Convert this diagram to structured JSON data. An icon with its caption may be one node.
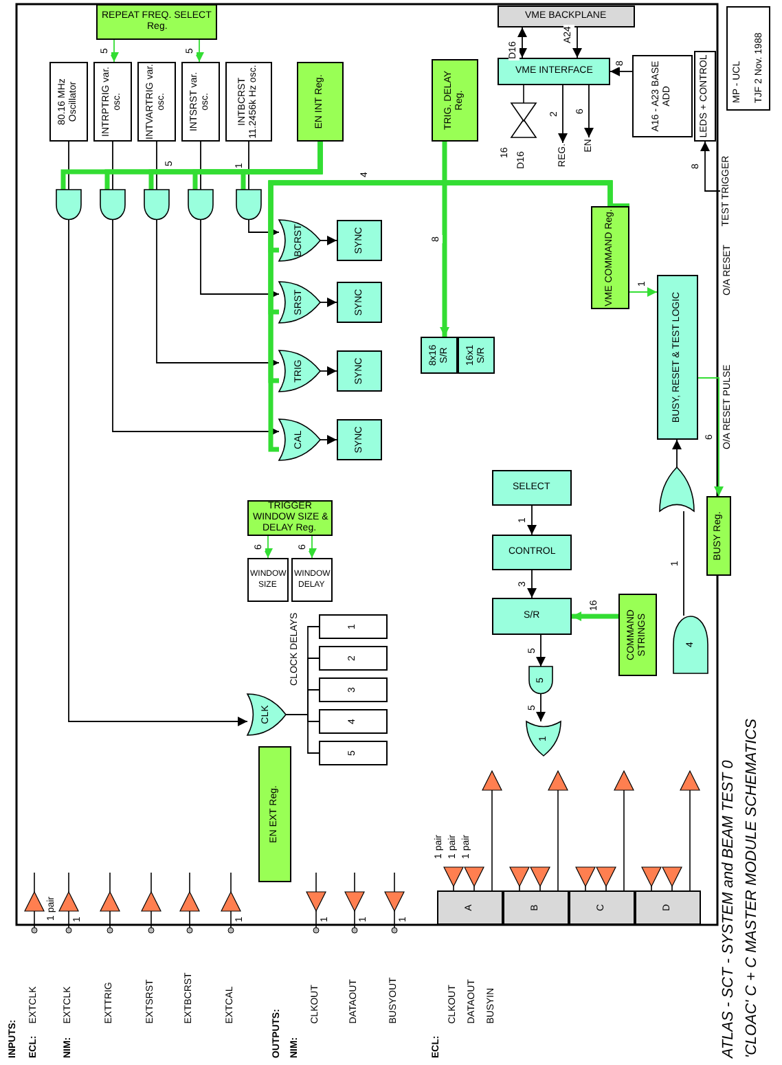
{
  "diagram": {
    "title": "ATLAS - SCT - SYSTEM and BEAM TEST 0",
    "caption": "'CLOAC' C + C MASTER MODULE SCHEMATICS",
    "nodes": [
      {
        "text": [
          "REPEAT FREQ. SELECT Reg."
        ]
      },
      {
        "text": [
          "80.16 MHz Oscillator"
        ]
      },
      {
        "text": [
          "INTRPTRIG var. osc."
        ]
      },
      {
        "text": [
          "INTVARTRIG var. osc."
        ]
      },
      {
        "text": [
          "INTSRST var. osc."
        ]
      },
      {
        "text": [
          "INTBCRST 11.2456k Hz osc."
        ]
      },
      {
        "text": [
          "EN INT Reg."
        ]
      },
      {
        "text": [
          "TRIG. DELAY Reg."
        ]
      },
      {
        "text": [
          "VME BACKPLANE"
        ]
      },
      {
        "text": [
          "VME INTERFACE"
        ]
      },
      {
        "text": [
          "A16 - A23 BASE ADD"
        ]
      },
      {
        "text": [
          "LEDS + CONTROL"
        ]
      },
      {
        "text": [
          "BCRST"
        ]
      },
      {
        "text": [
          "SRST"
        ]
      },
      {
        "text": [
          "TRIG"
        ]
      },
      {
        "text": [
          "CAL"
        ]
      },
      {
        "text": [
          "SYNC"
        ]
      },
      {
        "text": [
          "SYNC"
        ]
      },
      {
        "text": [
          "SYNC"
        ]
      },
      {
        "text": [
          "SYNC"
        ]
      },
      {
        "text": [
          "8x16 S/R"
        ]
      },
      {
        "text": [
          "16x1 S/R"
        ]
      },
      {
        "text": [
          "VME COMMAND Reg."
        ]
      },
      {
        "text": [
          "BUSY, RESET & TEST LOGIC"
        ]
      },
      {
        "text": [
          "SELECT"
        ]
      },
      {
        "text": [
          "CONTROL"
        ]
      },
      {
        "text": [
          "S/R"
        ]
      },
      {
        "text": [
          "COMMAND STRINGS"
        ]
      },
      {
        "text": [
          "BUSY Reg."
        ]
      },
      {
        "text": [
          "TRIGGER WINDOW SIZE & DELAY Reg."
        ]
      },
      {
        "text": [
          "WINDOW SIZE"
        ]
      },
      {
        "text": [
          "WINDOW DELAY"
        ]
      },
      {
        "text": [
          "CLK"
        ]
      },
      {
        "text": [
          "1"
        ]
      },
      {
        "text": [
          "2"
        ]
      },
      {
        "text": [
          "3"
        ]
      },
      {
        "text": [
          "4"
        ]
      },
      {
        "text": [
          "5"
        ]
      },
      {
        "text": [
          "EN EXT Reg."
        ]
      },
      {
        "text": [
          "5"
        ]
      },
      {
        "text": [
          "1"
        ]
      },
      {
        "text": [
          "4"
        ]
      },
      {
        "text": [
          "A"
        ]
      },
      {
        "text": [
          "B"
        ]
      },
      {
        "text": [
          "C"
        ]
      },
      {
        "text": [
          "D"
        ]
      },
      {
        "text": [],
        "shape": "gate"
      },
      {
        "text": [],
        "shape": "gate"
      },
      {
        "text": [],
        "shape": "gate"
      },
      {
        "text": [],
        "shape": "gate"
      },
      {
        "text": [],
        "shape": "gate"
      },
      {
        "text": [],
        "shape": "gate"
      },
      {
        "text": [
          "REG."
        ]
      },
      {
        "text": [
          "EN"
        ]
      },
      {
        "text": [
          "TEST TRIGGER"
        ]
      }
    ],
    "edges": [
      {
        "from": 0,
        "to": 2,
        "arrow": "to",
        "label": "5",
        "color": "#33dd33"
      },
      {
        "from": 0,
        "to": 4,
        "arrow": "to",
        "label": "5",
        "color": "#33dd33"
      },
      {
        "from": 1,
        "to": 47,
        "arrow": "none"
      },
      {
        "from": 2,
        "to": 48,
        "arrow": "none"
      },
      {
        "from": 3,
        "to": 49,
        "arrow": "none"
      },
      {
        "from": 4,
        "to": 50,
        "arrow": "none"
      },
      {
        "from": 5,
        "to": 51,
        "arrow": "none",
        "label": "1"
      },
      {
        "from": 6,
        "to": 47,
        "arrow": "none",
        "label": "5",
        "style": "thick",
        "color": "#33dd33"
      },
      {
        "from": 6,
        "to": 48,
        "arrow": "none",
        "style": "thick",
        "color": "#33dd33"
      },
      {
        "from": 6,
        "to": 49,
        "arrow": "none",
        "style": "thick",
        "color": "#33dd33"
      },
      {
        "from": 6,
        "to": 50,
        "arrow": "none",
        "style": "thick",
        "color": "#33dd33"
      },
      {
        "from": 6,
        "to": 51,
        "arrow": "none",
        "style": "thick",
        "color": "#33dd33"
      },
      {
        "from": 47,
        "to": 32,
        "arrow": "to"
      },
      {
        "from": 48,
        "to": 15,
        "arrow": "to"
      },
      {
        "from": 49,
        "to": 14,
        "arrow": "to"
      },
      {
        "from": 50,
        "to": 13,
        "arrow": "to"
      },
      {
        "from": 51,
        "to": 12,
        "arrow": "to"
      },
      {
        "from": 22,
        "to": 12,
        "arrow": "none",
        "label": "4",
        "style": "thick",
        "color": "#33dd33"
      },
      {
        "from": 22,
        "to": 13,
        "arrow": "none",
        "style": "thick",
        "color": "#33dd33"
      },
      {
        "from": 22,
        "to": 14,
        "arrow": "none",
        "style": "thick",
        "color": "#33dd33"
      },
      {
        "from": 22,
        "to": 15,
        "arrow": "none",
        "style": "thick",
        "color": "#33dd33"
      },
      {
        "from": 12,
        "to": 16,
        "arrow": "to"
      },
      {
        "from": 13,
        "to": 17,
        "arrow": "to"
      },
      {
        "from": 14,
        "to": 18,
        "arrow": "to"
      },
      {
        "from": 15,
        "to": 19,
        "arrow": "to"
      },
      {
        "from": 7,
        "to": 20,
        "arrow": "to",
        "label": "8",
        "style": "thick",
        "color": "#33dd33"
      },
      {
        "from": 9,
        "to": 8,
        "arrow": "both",
        "label": "D16"
      },
      {
        "from": 10,
        "to": 9,
        "arrow": "to",
        "label": "8"
      },
      {
        "from": 22,
        "to": 23,
        "arrow": "to",
        "label": "1",
        "color": "#33dd33"
      },
      {
        "from": 24,
        "to": 25,
        "arrow": "to",
        "label": "1"
      },
      {
        "from": 25,
        "to": 26,
        "arrow": "to",
        "label": "3"
      },
      {
        "from": 26,
        "to": 39,
        "arrow": "to",
        "label": "5"
      },
      {
        "from": 27,
        "to": 26,
        "arrow": "to",
        "label": "16",
        "style": "thick",
        "color": "#33dd33"
      },
      {
        "from": 39,
        "to": 40,
        "arrow": "to",
        "label": "5"
      },
      {
        "from": 41,
        "to": 46,
        "arrow": "none",
        "label": "1"
      },
      {
        "from": 46,
        "to": 23,
        "arrow": "to"
      },
      {
        "from": 23,
        "to": 28,
        "arrow": "to",
        "label": "6",
        "color": "#33dd33"
      },
      {
        "from": 29,
        "to": 30,
        "arrow": "to",
        "label": "6",
        "color": "#33dd33"
      },
      {
        "from": 29,
        "to": 31,
        "arrow": "to",
        "label": "6",
        "color": "#33dd33"
      },
      {
        "from": 32,
        "to": 33,
        "arrow": "none"
      },
      {
        "from": 32,
        "to": 34,
        "arrow": "none"
      },
      {
        "from": 32,
        "to": 35,
        "arrow": "none"
      },
      {
        "from": 32,
        "to": 36,
        "arrow": "none"
      },
      {
        "from": 32,
        "to": 37,
        "arrow": "none"
      },
      {
        "from": 8,
        "to": 9,
        "arrow": "to",
        "label": "A24"
      },
      {
        "from": 9,
        "to": 52,
        "arrow": "to",
        "label": "2"
      },
      {
        "from": 9,
        "to": 53,
        "arrow": "to",
        "label": "6"
      },
      {
        "from": 54,
        "to": 11,
        "arrow": "to",
        "label": "8"
      }
    ],
    "labels": [
      "INPUTS:",
      "ECL:",
      "EXTCLK",
      "1 pair",
      "NIM:",
      "EXTCLK",
      "1",
      "EXTTRIG",
      "EXTSRST",
      "EXTBCRST",
      "EXTCAL",
      "1",
      "OUTPUTS:",
      "NIM:",
      "CLKOUT",
      "1",
      "DATAOUT",
      "1",
      "BUSYOUT",
      "1",
      "ECL:",
      "CLKOUT",
      "DATAOUT",
      "BUSYIN",
      "1 pair",
      "1 pair",
      "1 pair",
      "CLOCK DELAYS",
      "D16",
      "16",
      "O/A RESET PULSE",
      "O/A RESET",
      "MP - UCL",
      "TJF 2 Nov. 1988"
    ]
  }
}
